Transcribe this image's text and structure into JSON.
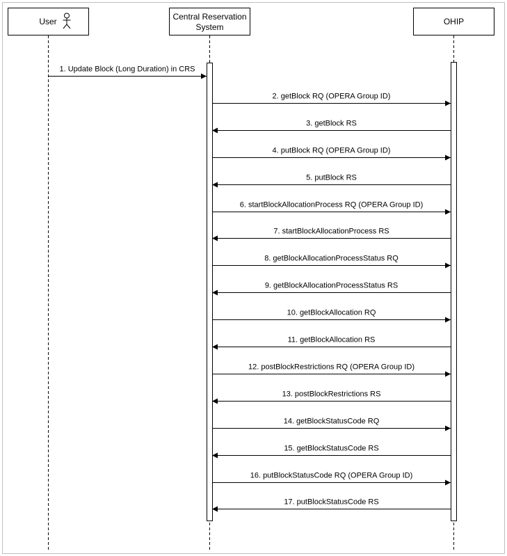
{
  "participants": [
    {
      "id": "user",
      "label": [
        "User"
      ],
      "icon": "actor-stick-figure-icon"
    },
    {
      "id": "crs",
      "label": [
        "Central Reservation",
        "System"
      ]
    },
    {
      "id": "ohip",
      "label": [
        "OHIP"
      ]
    }
  ],
  "messages": [
    {
      "from": "user",
      "to": "crs",
      "label": "1. Update Block (Long Duration) in CRS"
    },
    {
      "from": "crs",
      "to": "ohip",
      "label": "2. getBlock RQ (OPERA Group ID)"
    },
    {
      "from": "ohip",
      "to": "crs",
      "label": "3. getBlock RS"
    },
    {
      "from": "crs",
      "to": "ohip",
      "label": "4. putBlock RQ (OPERA Group ID)"
    },
    {
      "from": "ohip",
      "to": "crs",
      "label": "5. putBlock RS"
    },
    {
      "from": "crs",
      "to": "ohip",
      "label": "6. startBlockAllocationProcess RQ (OPERA Group ID)"
    },
    {
      "from": "ohip",
      "to": "crs",
      "label": "7. startBlockAllocationProcess RS"
    },
    {
      "from": "crs",
      "to": "ohip",
      "label": "8. getBlockAllocationProcessStatus RQ"
    },
    {
      "from": "ohip",
      "to": "crs",
      "label": "9. getBlockAllocationProcessStatus RS"
    },
    {
      "from": "crs",
      "to": "ohip",
      "label": "10. getBlockAllocation RQ"
    },
    {
      "from": "ohip",
      "to": "crs",
      "label": "11. getBlockAllocation RS"
    },
    {
      "from": "crs",
      "to": "ohip",
      "label": "12. postBlockRestrictions RQ (OPERA Group ID)"
    },
    {
      "from": "ohip",
      "to": "crs",
      "label": "13. postBlockRestrictions RS"
    },
    {
      "from": "crs",
      "to": "ohip",
      "label": "14. getBlockStatusCode RQ"
    },
    {
      "from": "ohip",
      "to": "crs",
      "label": "15. getBlockStatusCode RS"
    },
    {
      "from": "crs",
      "to": "ohip",
      "label": "16. putBlockStatusCode RQ (OPERA Group ID)"
    },
    {
      "from": "ohip",
      "to": "crs",
      "label": "17. putBlockStatusCode RS"
    }
  ]
}
